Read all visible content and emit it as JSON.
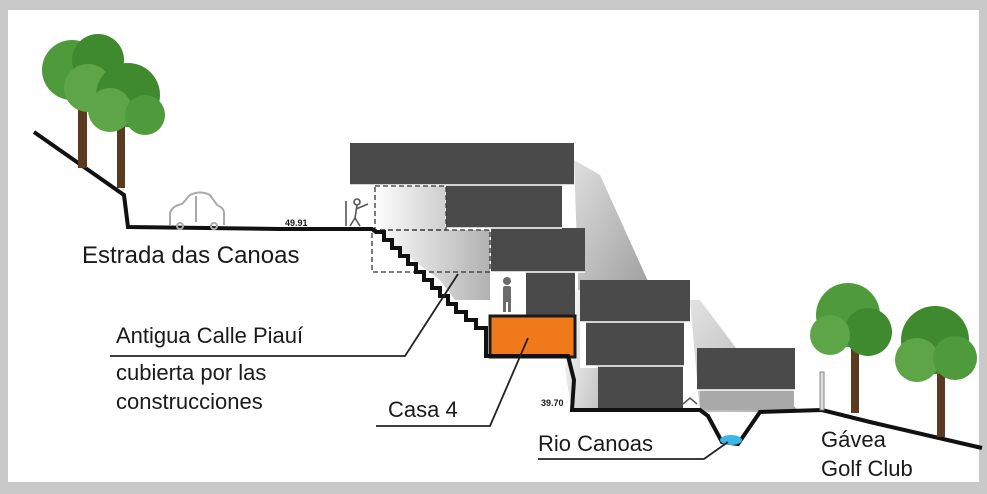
{
  "labels": {
    "road": "Estrada das Canoas",
    "old_street": [
      "Antigua Calle Piauí",
      "cubierta por las",
      "construcciones"
    ],
    "house": "Casa 4",
    "river": "Rio Canoas",
    "golf": [
      "Gávea",
      "Golf Club"
    ],
    "elev_top": "49.91",
    "elev_bottom": "39.70"
  },
  "colors": {
    "frame": "#c9c9c9",
    "paper": "#ffffff",
    "block": "#4a4a4a",
    "house": "#f07a1a",
    "ground": "#111111",
    "water": "#39b7e6",
    "tree_canopy": "#4f9a3a",
    "tree_trunk": "#5b3a22"
  },
  "icons": [
    "tree-icon",
    "car-icon",
    "person-icon",
    "pedestrian-icon",
    "post-icon"
  ]
}
